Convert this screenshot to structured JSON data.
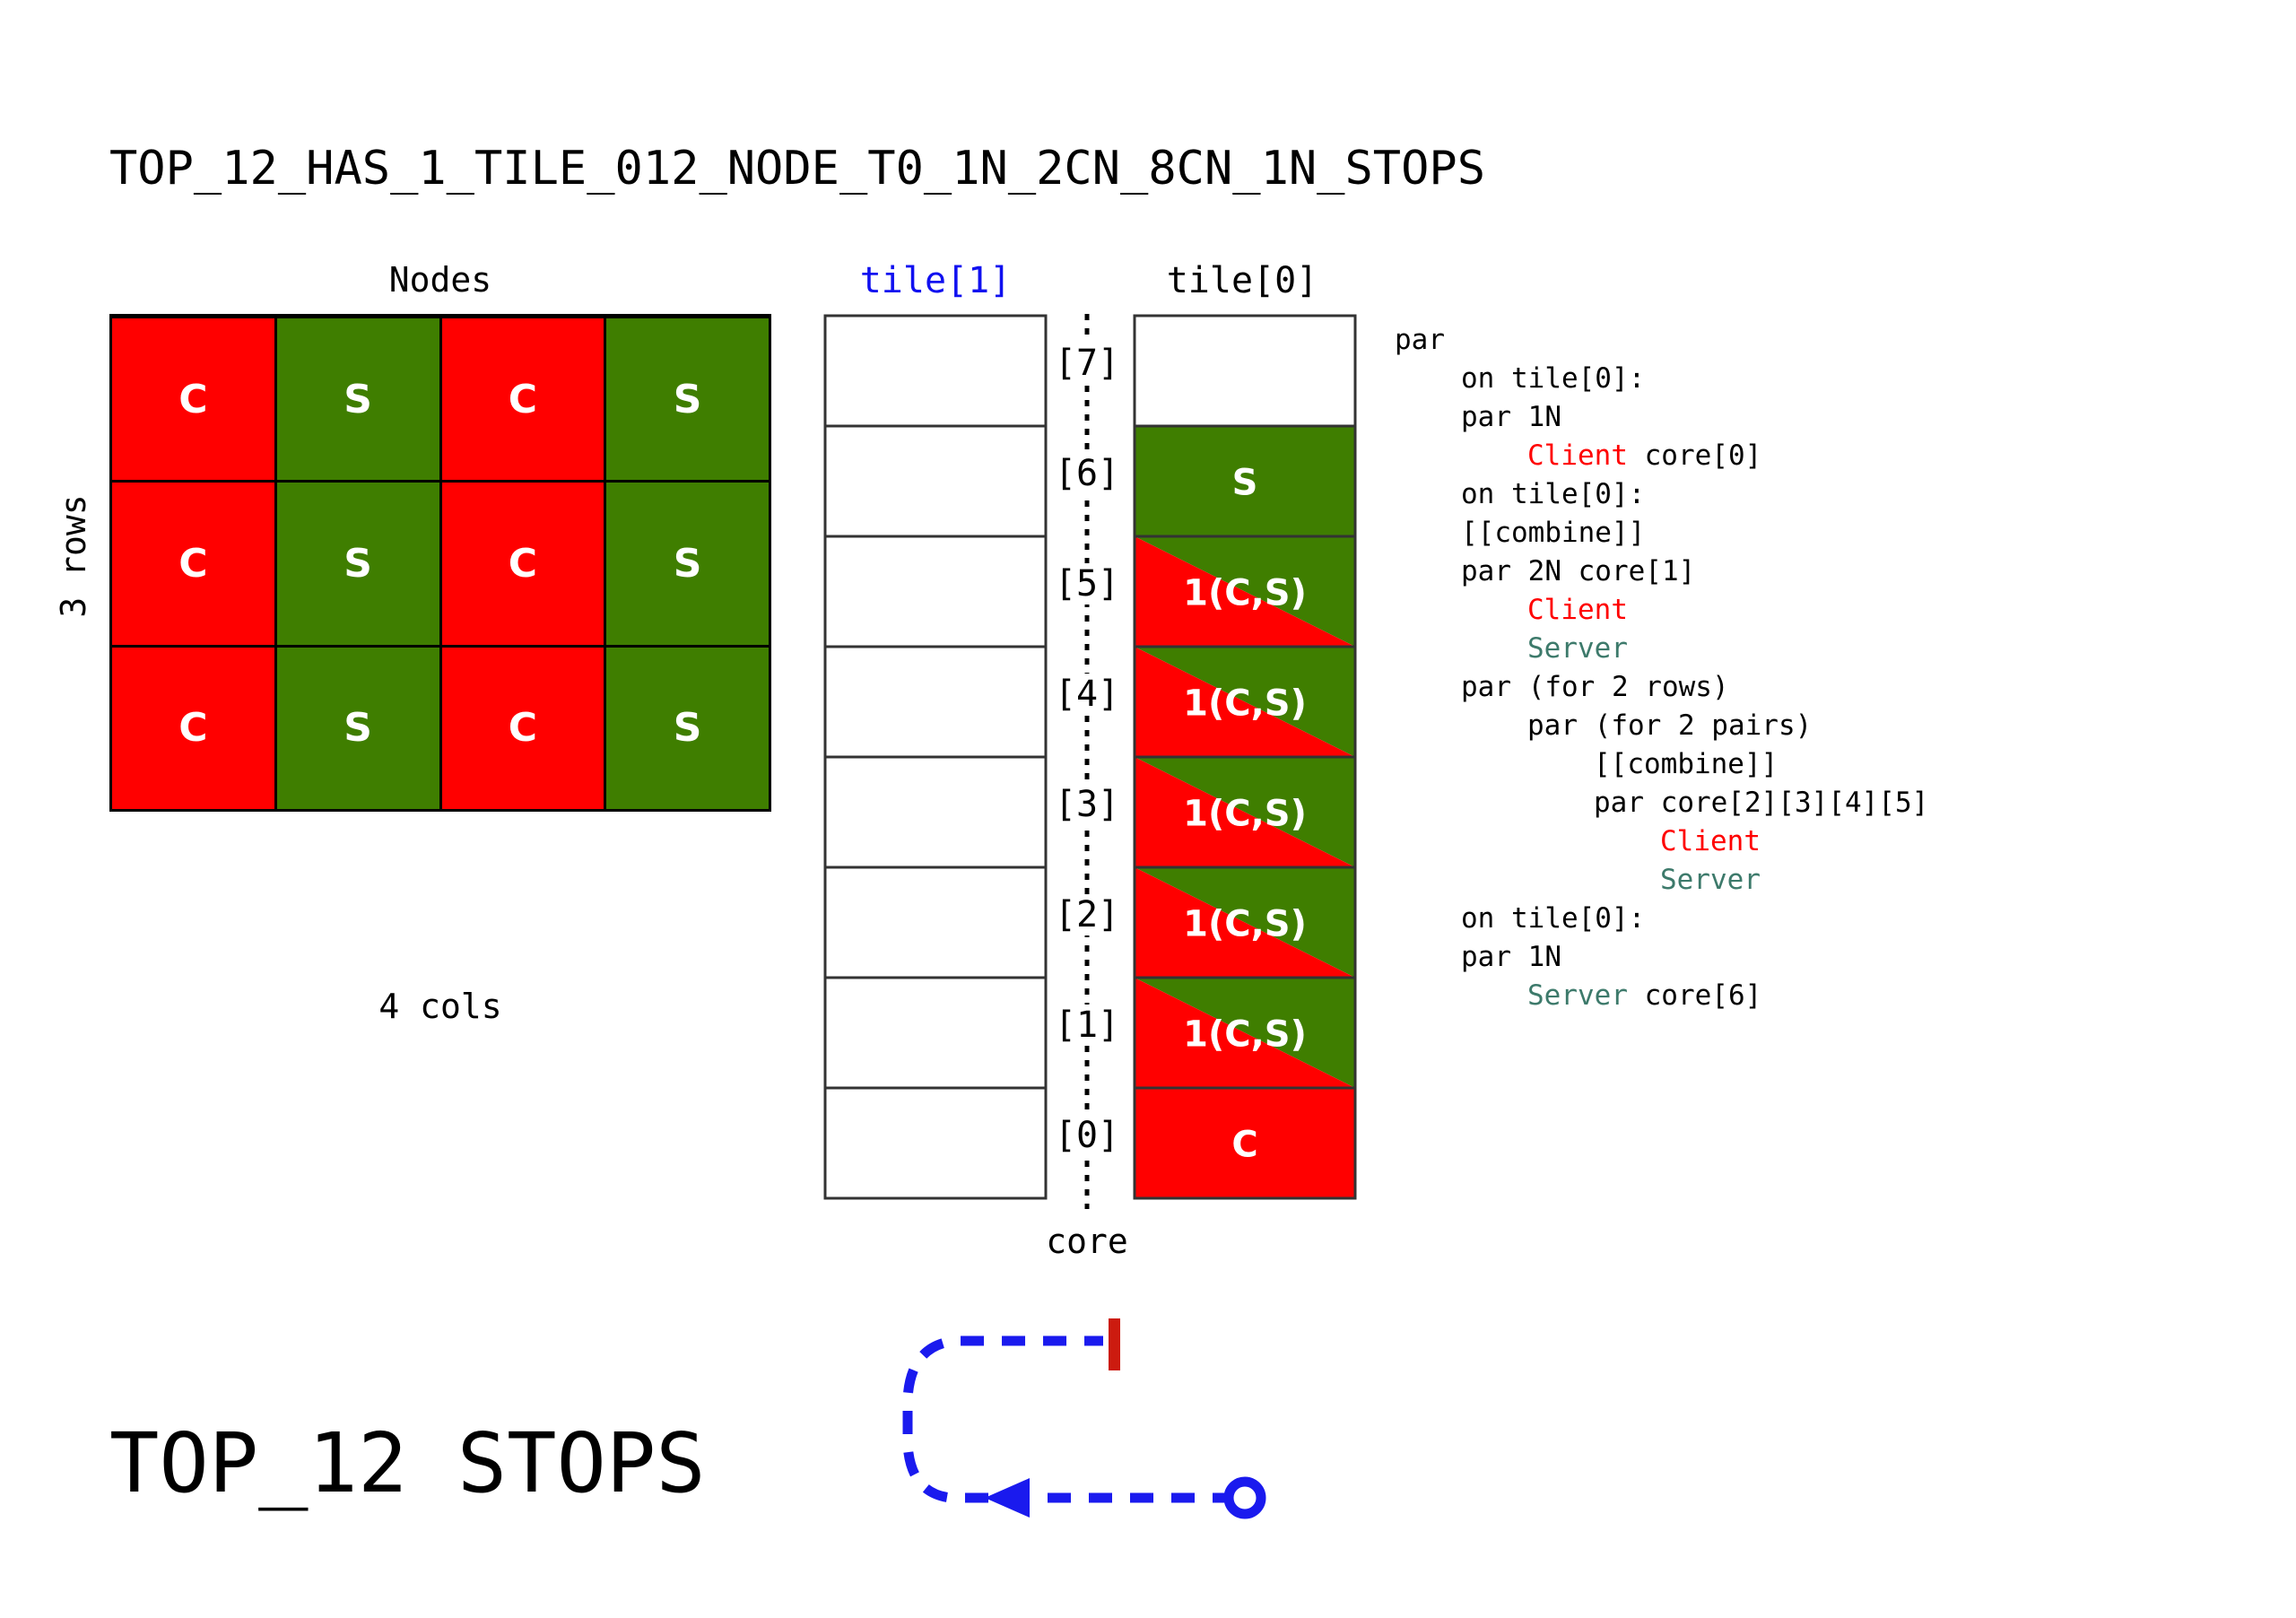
{
  "title": "TOP_12_HAS_1_TILE_012_NODE_T0_1N_2CN_8CN_1N_STOPS",
  "nodes": {
    "label": "Nodes",
    "rows_label": "3 rows",
    "cols_label": "4 cols",
    "rows": [
      [
        "C",
        "S",
        "C",
        "S"
      ],
      [
        "C",
        "S",
        "C",
        "S"
      ],
      [
        "C",
        "S",
        "C",
        "S"
      ]
    ]
  },
  "tiles": {
    "tile1_label": "tile[1]",
    "tile0_label": "tile[0]",
    "core_label": "core",
    "core_indices": [
      "[7]",
      "[6]",
      "[5]",
      "[4]",
      "[3]",
      "[2]",
      "[1]",
      "[0]"
    ],
    "tile0_cells": [
      {
        "index": 7,
        "kind": "empty",
        "text": ""
      },
      {
        "index": 6,
        "kind": "server",
        "text": "S"
      },
      {
        "index": 5,
        "kind": "split",
        "text": "1(C,S)"
      },
      {
        "index": 4,
        "kind": "split",
        "text": "1(C,S)"
      },
      {
        "index": 3,
        "kind": "split",
        "text": "1(C,S)"
      },
      {
        "index": 2,
        "kind": "split",
        "text": "1(C,S)"
      },
      {
        "index": 1,
        "kind": "split",
        "text": "1(C,S)"
      },
      {
        "index": 0,
        "kind": "client",
        "text": "C"
      }
    ]
  },
  "code": [
    {
      "indent": 0,
      "parts": [
        {
          "t": "par",
          "c": "default"
        }
      ]
    },
    {
      "indent": 1,
      "parts": [
        {
          "t": "on tile[0]:",
          "c": "default"
        }
      ]
    },
    {
      "indent": 1,
      "parts": [
        {
          "t": "par 1N",
          "c": "default"
        }
      ]
    },
    {
      "indent": 2,
      "parts": [
        {
          "t": "Client",
          "c": "client"
        },
        {
          "t": " core[0]",
          "c": "default"
        }
      ]
    },
    {
      "indent": 1,
      "parts": [
        {
          "t": "on tile[0]:",
          "c": "default"
        }
      ]
    },
    {
      "indent": 1,
      "parts": [
        {
          "t": "[[combine]]",
          "c": "default"
        }
      ]
    },
    {
      "indent": 1,
      "parts": [
        {
          "t": "par 2N core[1]",
          "c": "default"
        }
      ]
    },
    {
      "indent": 2,
      "parts": [
        {
          "t": "Client",
          "c": "client"
        }
      ]
    },
    {
      "indent": 2,
      "parts": [
        {
          "t": "Server",
          "c": "server"
        }
      ]
    },
    {
      "indent": 1,
      "parts": [
        {
          "t": "par (for 2 rows)",
          "c": "default"
        }
      ]
    },
    {
      "indent": 2,
      "parts": [
        {
          "t": "par (for 2 pairs)",
          "c": "default"
        }
      ]
    },
    {
      "indent": 3,
      "parts": [
        {
          "t": "[[combine]]",
          "c": "default"
        }
      ]
    },
    {
      "indent": 3,
      "parts": [
        {
          "t": "par core[2][3][4][5]",
          "c": "default"
        }
      ]
    },
    {
      "indent": 4,
      "parts": [
        {
          "t": "Client",
          "c": "client"
        }
      ]
    },
    {
      "indent": 4,
      "parts": [
        {
          "t": "Server",
          "c": "server"
        }
      ]
    },
    {
      "indent": 1,
      "parts": [
        {
          "t": "on tile[0]:",
          "c": "default"
        }
      ]
    },
    {
      "indent": 1,
      "parts": [
        {
          "t": "par 1N",
          "c": "default"
        }
      ]
    },
    {
      "indent": 2,
      "parts": [
        {
          "t": "Server",
          "c": "server"
        },
        {
          "t": " core[6]",
          "c": "default"
        }
      ]
    }
  ],
  "stops_label": "TOP_12 STOPS",
  "colors": {
    "client": "#ff0000",
    "server": "#3f7e00",
    "server_text": "#3d7a6b",
    "tile1": "#1010f0",
    "path": "#1a1aee",
    "stop_marker": "#cc1b0f"
  },
  "icons": {
    "path": "dashed-route-arrow-icon",
    "start": "circle-start-icon",
    "stop": "stop-bar-icon"
  }
}
